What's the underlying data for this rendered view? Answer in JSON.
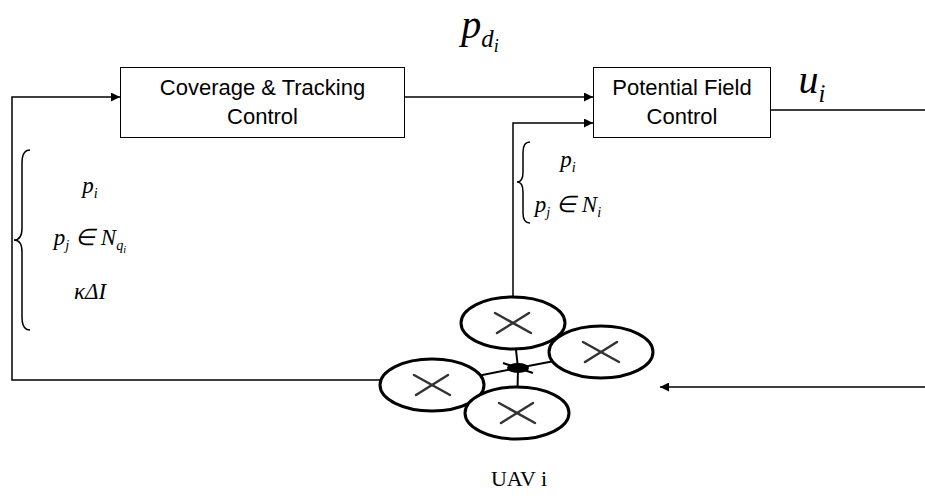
{
  "diagram": {
    "nodes": [
      {
        "text": [
          "Coverage & Tracking Control"
        ]
      },
      {
        "text": [
          "Potential Field Control"
        ]
      },
      {
        "text": [
          "UAV i"
        ]
      }
    ],
    "edges": [
      {
        "from": 0,
        "to": 1,
        "arrow": "to",
        "label": "pdi"
      },
      {
        "from": 1,
        "to": 2,
        "arrow": "to",
        "label": "ui"
      },
      {
        "from": 2,
        "to": 0,
        "arrow": "to"
      },
      {
        "from": 2,
        "to": 1,
        "arrow": "to"
      }
    ],
    "labels": [
      "pi",
      "pj ∈ Nqi",
      "κΔI",
      "pi",
      "pj ∈ Ni"
    ]
  }
}
